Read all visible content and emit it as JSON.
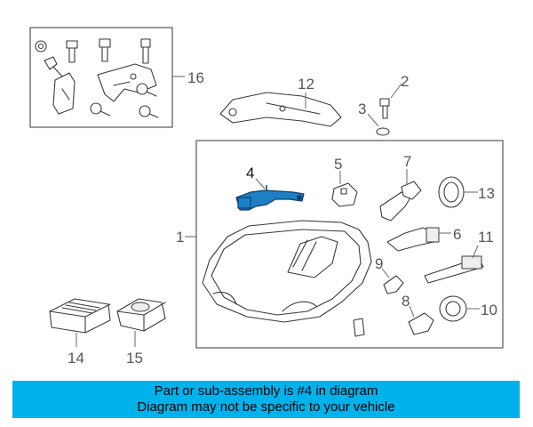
{
  "callouts": {
    "c1": "1",
    "c2": "2",
    "c3": "3",
    "c4": "4",
    "c5": "5",
    "c6": "6",
    "c7": "7",
    "c8": "8",
    "c9": "9",
    "c10": "10",
    "c11": "11",
    "c12": "12",
    "c13": "13",
    "c14": "14",
    "c15": "15",
    "c16": "16"
  },
  "highlighted_part": "4",
  "colors": {
    "banner": "#00b2ec",
    "highlight": "#1e7fc4"
  },
  "banner": {
    "line1": "Part or sub-assembly is #4 in diagram",
    "line2": "Diagram may not be specific to your vehicle"
  }
}
